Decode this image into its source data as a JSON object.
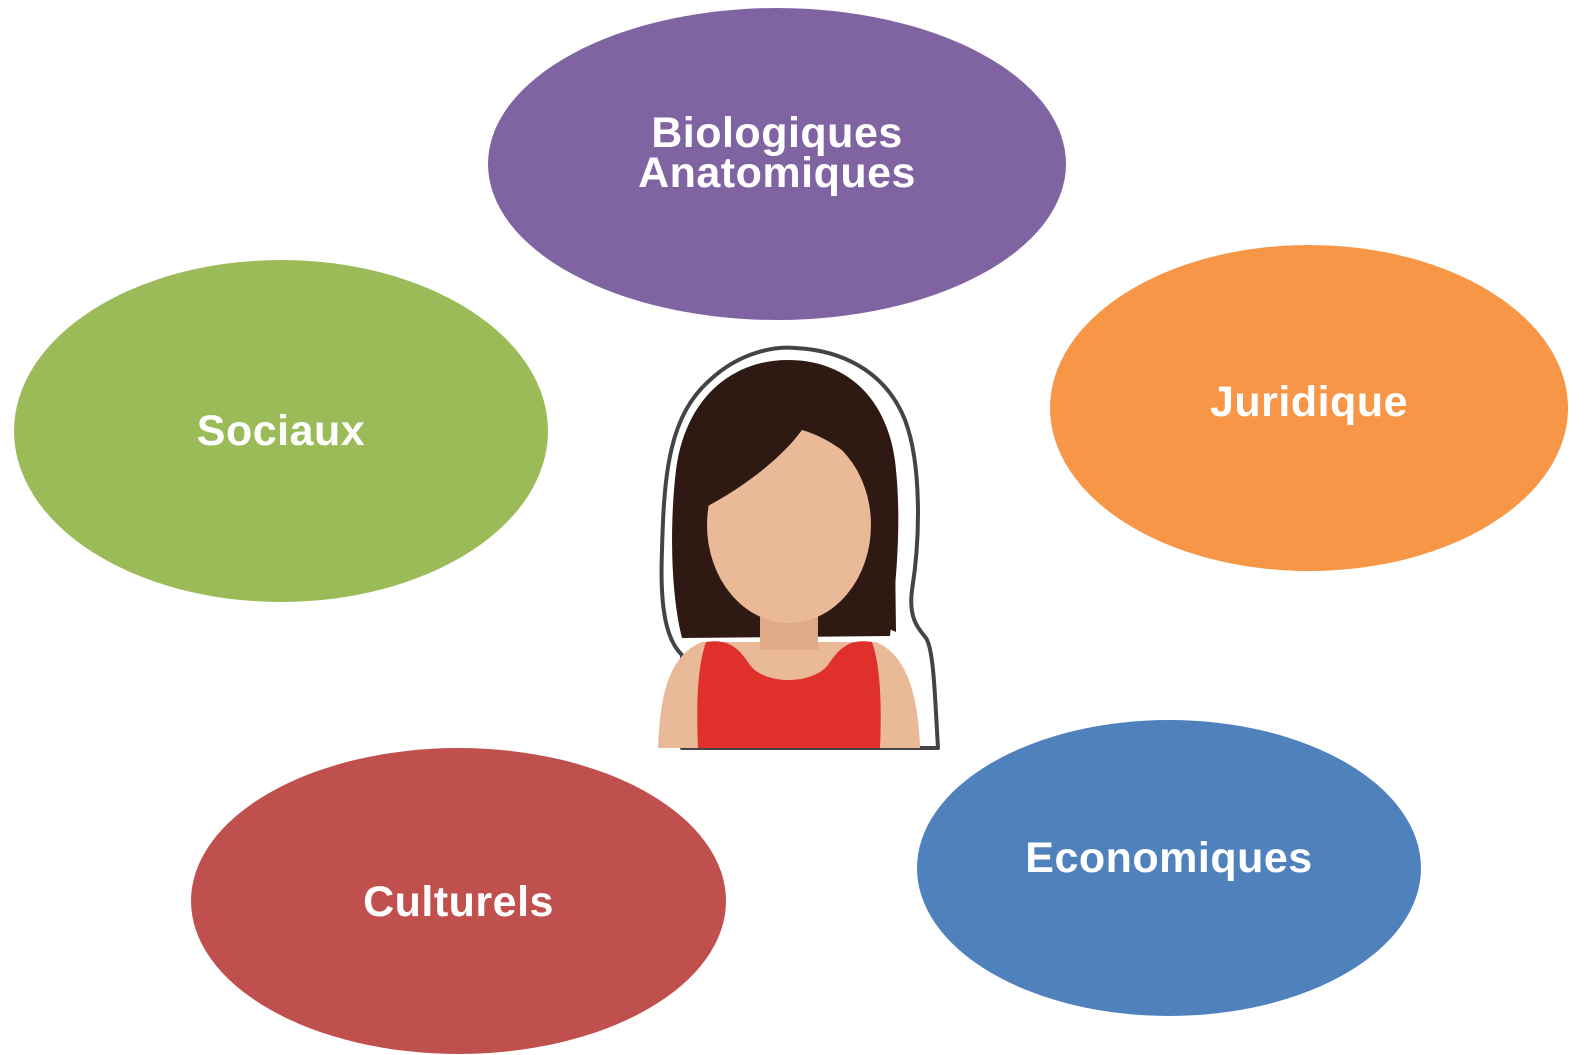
{
  "diagram": {
    "nodes": [
      {
        "id": "bio",
        "lines": [
          "Biologiques",
          "Anatomiques"
        ],
        "color": "#8064a2"
      },
      {
        "id": "soc",
        "lines": [
          "Sociaux"
        ],
        "color": "#9bbb59"
      },
      {
        "id": "jur",
        "lines": [
          "Juridique"
        ],
        "color": "#f79646"
      },
      {
        "id": "cul",
        "lines": [
          "Culturels"
        ],
        "color": "#c0504d"
      },
      {
        "id": "eco",
        "lines": [
          "Economiques"
        ],
        "color": "#4f81bd"
      }
    ],
    "center_icon": "woman-avatar-icon"
  }
}
